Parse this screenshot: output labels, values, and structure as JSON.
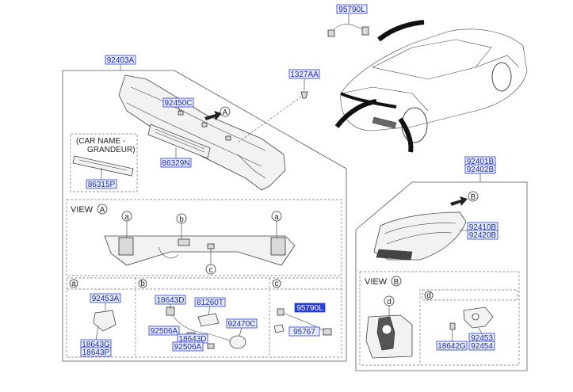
{
  "parts": {
    "p95790L_top": "95790L",
    "p92403A": "92403A",
    "p1327AA": "1327AA",
    "p92450C": "92450C",
    "p86329N": "86329N",
    "p86315P": "86315P",
    "p92401B": "92401B",
    "p92402B": "92402B",
    "p92410B": "92410B",
    "p92420B": "92420B",
    "p92453A": "92453A",
    "p18643G": "18643G",
    "p18643P": "18643P",
    "p18643D_1": "18643D",
    "p81260T": "81260T",
    "p92506A_1": "92506A",
    "p92470C": "92470C",
    "p18643D_2": "18643D",
    "p92506A_2": "92506A",
    "p95790L_sub": "95790L",
    "p95767": "95767",
    "p92453": "92453",
    "p92454": "92454",
    "p18642G": "18642G"
  },
  "labels": {
    "car_name_line1": "(CAR NAME -",
    "car_name_line2": "GRANDEUR)",
    "view_a": "VIEW",
    "view_a_letter": "A",
    "view_b": "VIEW",
    "view_b_letter": "B",
    "marker_a": "A",
    "marker_b": "B",
    "callout_a": "a",
    "callout_b": "b",
    "callout_c": "c",
    "callout_d": "d"
  },
  "colors": {
    "part_number_text": "#1f2bb0",
    "part_number_border": "#2a3fd6",
    "part_number_fill": "#e8ecff"
  }
}
